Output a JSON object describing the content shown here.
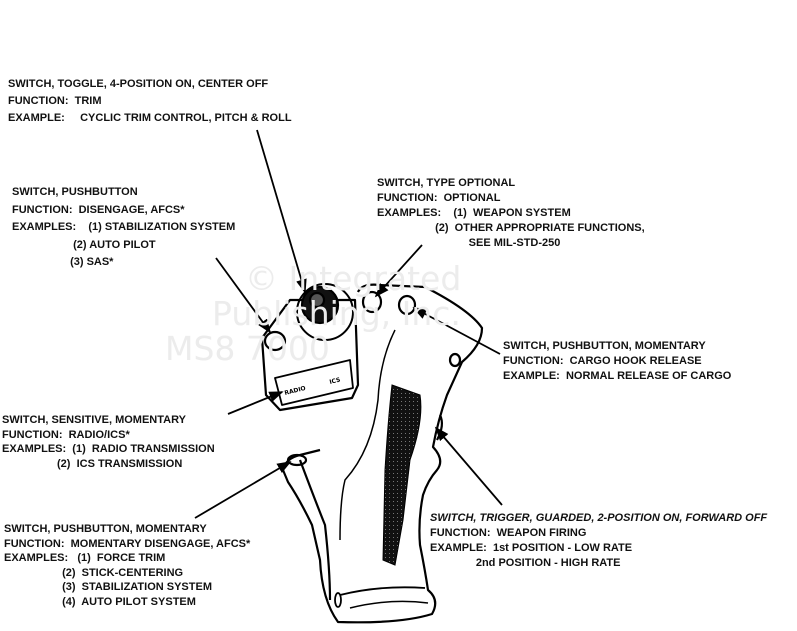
{
  "watermark": [
    "© Integrated",
    "Publishing, Inc.",
    "MS8   7000"
  ],
  "labels": {
    "toggle": {
      "type": "SWITCH, TOGGLE, 4-POSITION ON, CENTER OFF",
      "function": "FUNCTION:  TRIM",
      "example": "EXAMPLE:     CYCLIC TRIM CONTROL, PITCH & ROLL"
    },
    "pushbutton": {
      "type": "SWITCH, PUSHBUTTON",
      "function": "FUNCTION:  DISENGAGE, AFCS*",
      "examples": [
        "EXAMPLES:    (1) STABILIZATION SYSTEM",
        "                    (2) AUTO PILOT",
        "                   (3) SAS*"
      ]
    },
    "optional": {
      "type": "SWITCH, TYPE OPTIONAL",
      "function": "FUNCTION:  OPTIONAL",
      "examples": [
        "EXAMPLES:    (1)  WEAPON SYSTEM",
        "                   (2)  OTHER APPROPRIATE FUNCTIONS,",
        "                              SEE MIL-STD-250"
      ]
    },
    "cargo": {
      "type": "SWITCH, PUSHBUTTON, MOMENTARY",
      "function": "FUNCTION:  CARGO HOOK RELEASE",
      "example": "EXAMPLE:  NORMAL RELEASE OF CARGO"
    },
    "sensitive": {
      "type": "SWITCH, SENSITIVE, MOMENTARY",
      "function": "FUNCTION:  RADIO/ICS*",
      "examples": [
        "EXAMPLES:  (1)  RADIO TRANSMISSION",
        "                  (2)  ICS TRANSMISSION"
      ]
    },
    "momentary": {
      "type": "SWITCH, PUSHBUTTON, MOMENTARY",
      "function": "FUNCTION:  MOMENTARY DISENGAGE, AFCS*",
      "examples": [
        "EXAMPLES:   (1)  FORCE TRIM",
        "                   (2)  STICK-CENTERING",
        "                   (3)  STABILIZATION SYSTEM",
        "                   (4)  AUTO PILOT SYSTEM"
      ]
    },
    "trigger": {
      "type": "SWITCH, TRIGGER, GUARDED, 2-POSITION ON, FORWARD OFF",
      "function": "FUNCTION:  WEAPON FIRING",
      "examples": [
        "EXAMPLE:  1st POSITION - LOW RATE",
        "               2nd POSITION - HIGH RATE"
      ]
    }
  },
  "switch_panel_text": [
    "RADIO",
    "ICS"
  ]
}
